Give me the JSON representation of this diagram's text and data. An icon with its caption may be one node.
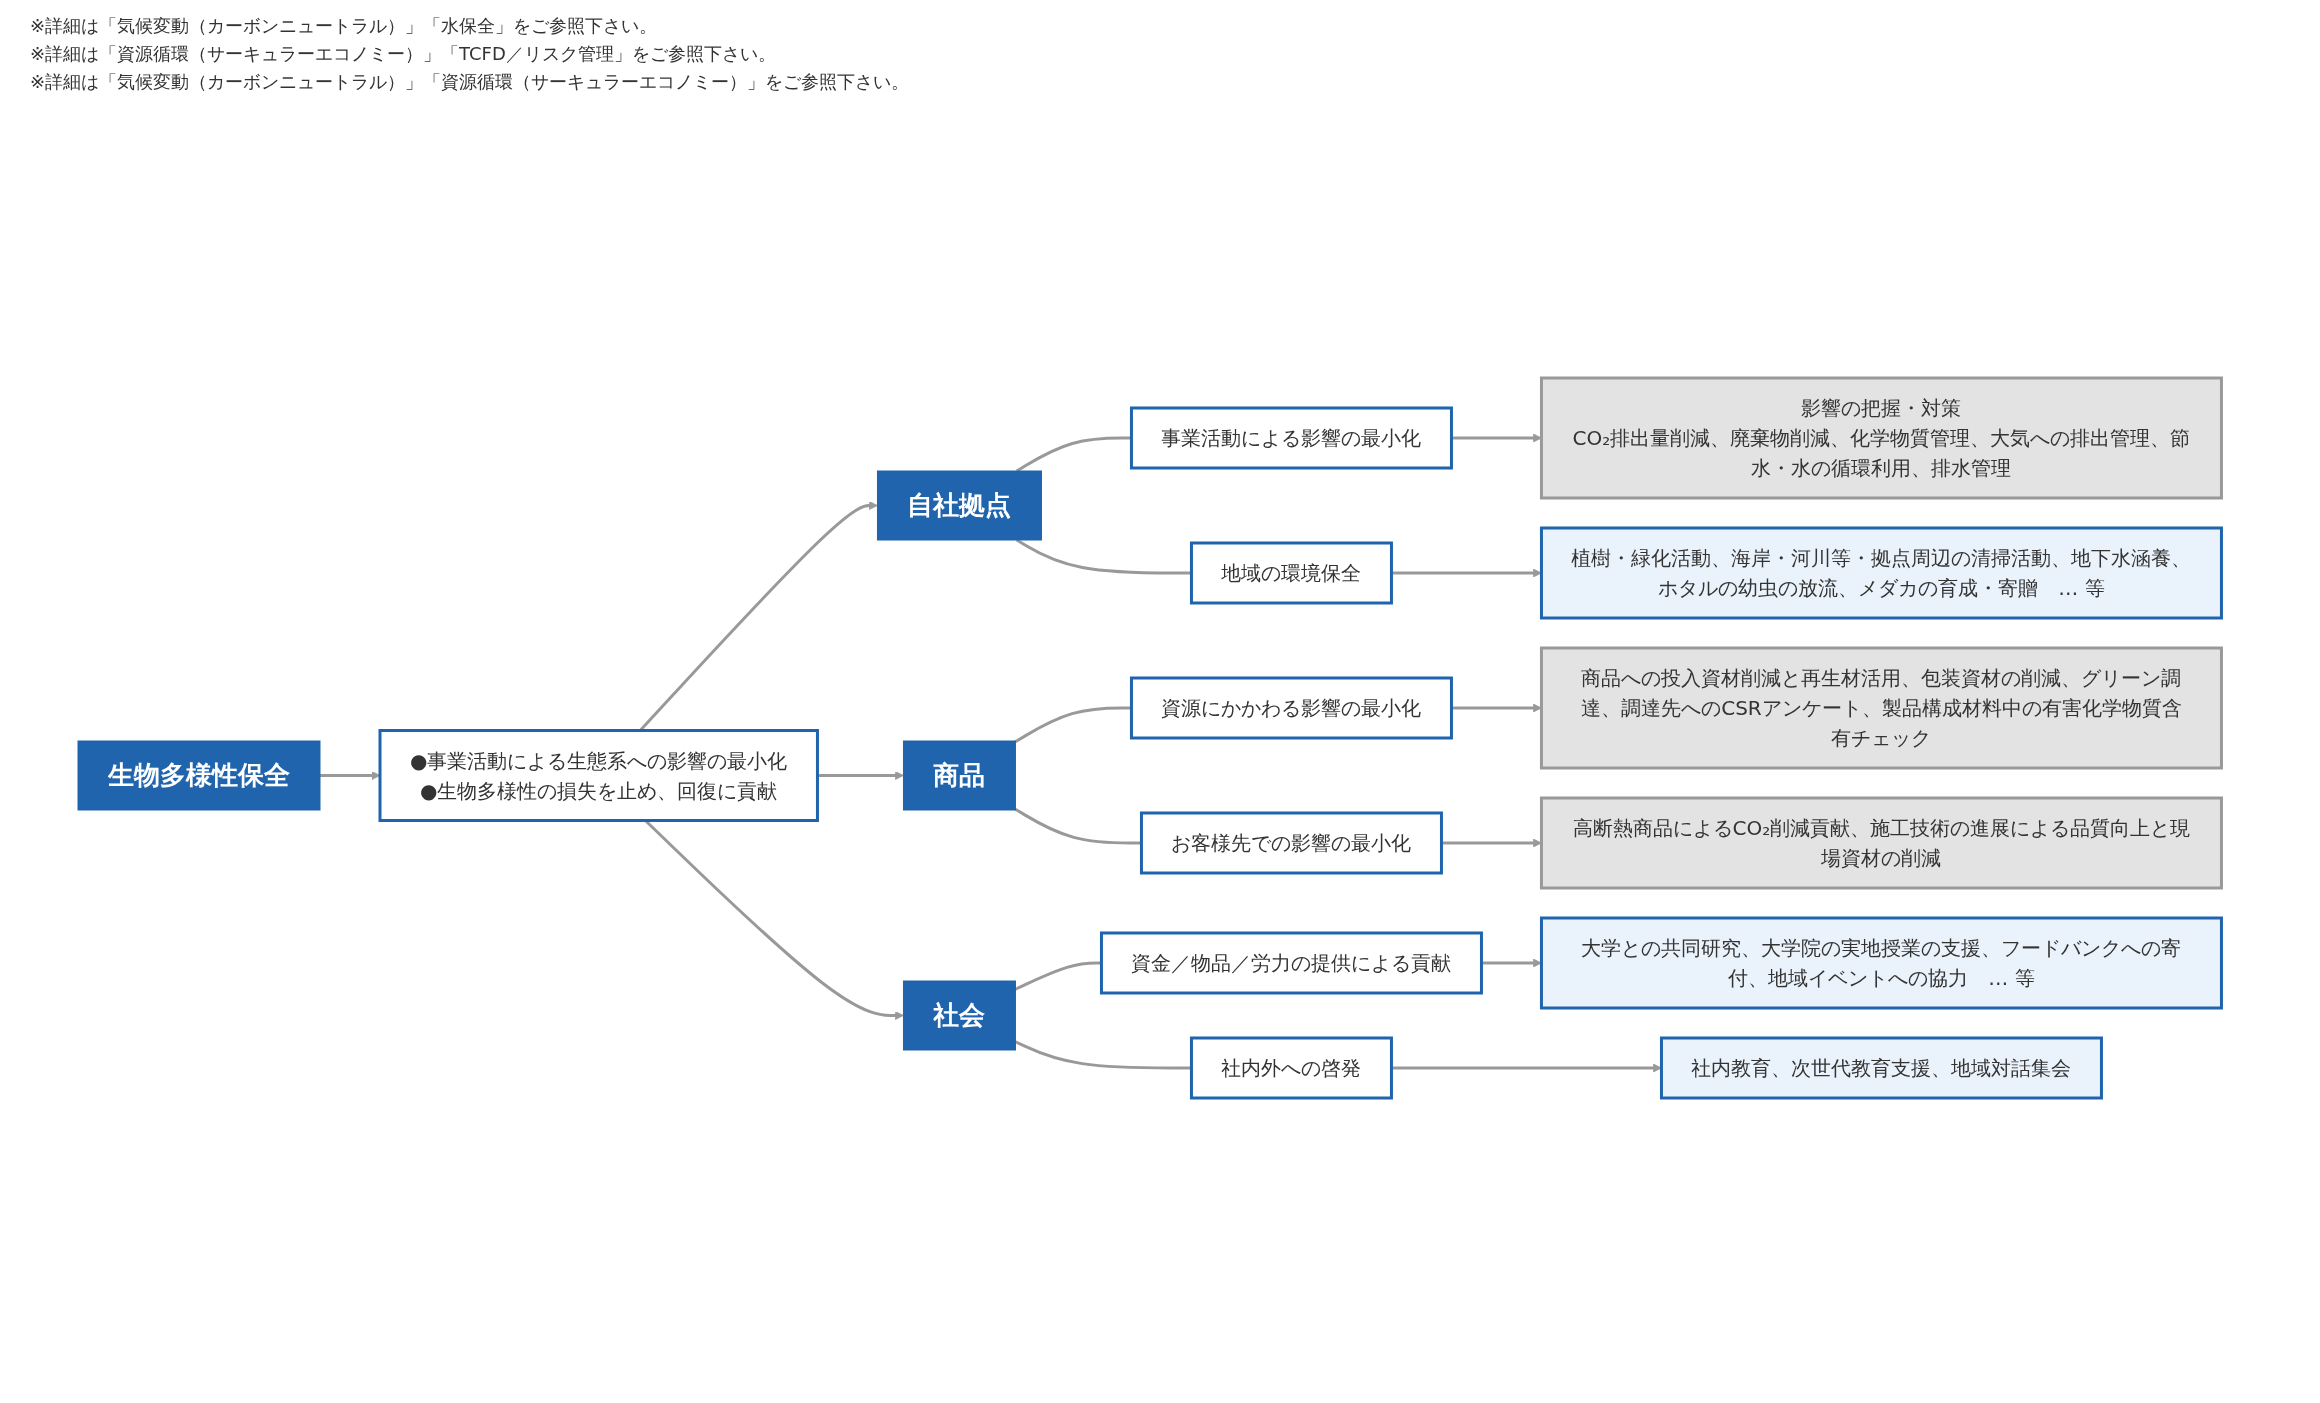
{
  "diagram": {
    "nodes": [
      {
        "text": [
          "生物多様性保全"
        ]
      },
      {
        "text": [
          "●事業活動による生態系への影響の最小化",
          "●生物多様性の損失を止め、回復に貢献"
        ]
      },
      {
        "text": [
          "自社拠点"
        ]
      },
      {
        "text": [
          "事業活動による影響の最小化"
        ]
      },
      {
        "text": [
          "影響の把握・対策",
          "CO₂排出量削減、廃棄物削減、化学物質管理、大気への排出管理、節水・水の循環利用、排水管理"
        ]
      },
      {
        "text": [
          "地域の環境保全"
        ]
      },
      {
        "text": [
          "植樹・緑化活動、海岸・河川等・拠点周辺の清掃活動、地下水涵養、ホタルの幼虫の放流、メダカの育成・寄贈　… 等"
        ]
      },
      {
        "text": [
          "商品"
        ]
      },
      {
        "text": [
          "資源にかかわる影響の最小化"
        ]
      },
      {
        "text": [
          "商品への投入資材削減と再生材活用、包装資材の削減、グリーン調達、調達先へのCSRアンケート、製品構成材料中の有害化学物質含有チェック"
        ]
      },
      {
        "text": [
          "お客様先での影響の最小化"
        ]
      },
      {
        "text": [
          "高断熱商品によるCO₂削減貢献、施工技術の進展による品質向上と現場資材の削減"
        ]
      },
      {
        "text": [
          "社会"
        ]
      },
      {
        "text": [
          "資金／物品／労力の提供による貢献"
        ]
      },
      {
        "text": [
          "大学との共同研究、大学院の実地授業の支援、フードバンクへの寄付、地域イベントへの協力　… 等"
        ]
      },
      {
        "text": [
          "社内外への啓発"
        ]
      },
      {
        "text": [
          "社内教育、次世代教育支援、地域対話集会"
        ]
      }
    ],
    "edges": [
      {
        "from": 0,
        "to": 1,
        "arrow": "to"
      },
      {
        "from": 1,
        "to": 2,
        "arrow": "to"
      },
      {
        "from": 1,
        "to": 7,
        "arrow": "to"
      },
      {
        "from": 1,
        "to": 12,
        "arrow": "to"
      },
      {
        "from": 2,
        "to": 3,
        "arrow": "none"
      },
      {
        "from": 2,
        "to": 5,
        "arrow": "none"
      },
      {
        "from": 3,
        "to": 4,
        "arrow": "to"
      },
      {
        "from": 5,
        "to": 6,
        "arrow": "to"
      },
      {
        "from": 7,
        "to": 8,
        "arrow": "none"
      },
      {
        "from": 7,
        "to": 10,
        "arrow": "none"
      },
      {
        "from": 8,
        "to": 9,
        "arrow": "to"
      },
      {
        "from": 10,
        "to": 11,
        "arrow": "to"
      },
      {
        "from": 12,
        "to": 13,
        "arrow": "none"
      },
      {
        "from": 12,
        "to": 15,
        "arrow": "none"
      },
      {
        "from": 13,
        "to": 14,
        "arrow": "to"
      },
      {
        "from": 15,
        "to": 16,
        "arrow": "to"
      }
    ],
    "labels": [
      "※詳細は「気候変動（カーボンニュートラル）」「水保全」をご参照下さい。",
      "※詳細は「資源循環（サーキュラーエコノミー）」「TCFD／リスク管理」をご参照下さい。",
      "※詳細は「気候変動（カーボンニュートラル）」「資源循環（サーキュラーエコノミー）」をご参照下さい。"
    ]
  }
}
